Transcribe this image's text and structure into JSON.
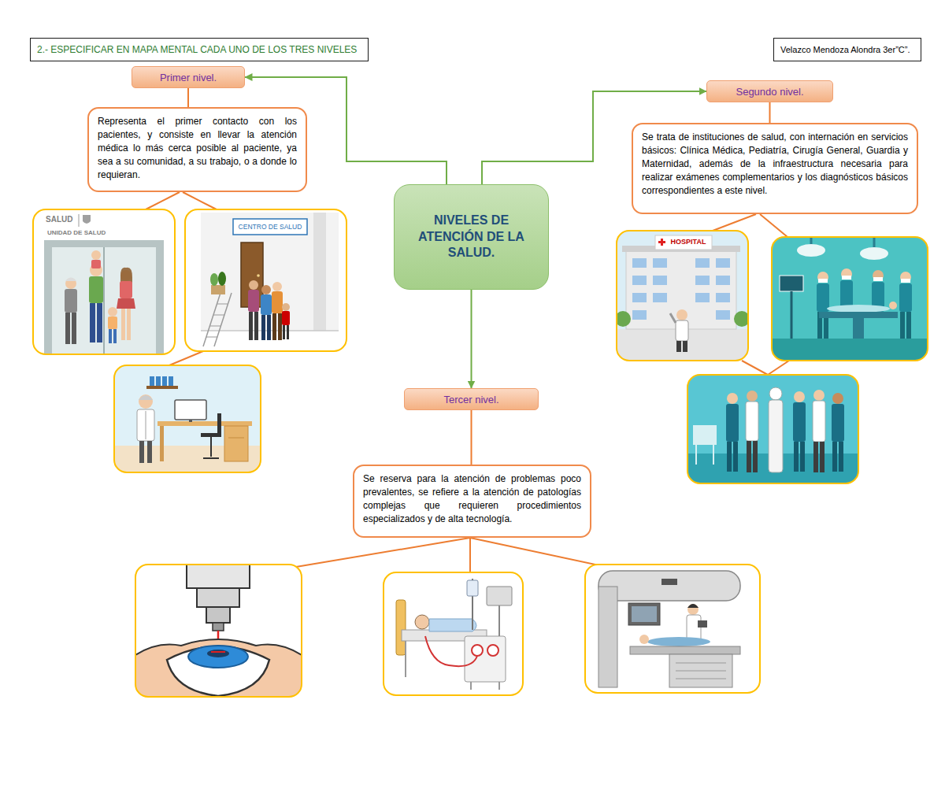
{
  "diagram": {
    "title": "2.- ESPECIFICAR EN MAPA MENTAL CADA UNO DE LOS TRES NIVELES",
    "nodes": [
      {
        "text": [
          "Velazco Mendoza Alondra 3er”C”."
        ]
      },
      {
        "text": [
          "NIVELES DE ATENCIÓN DE LA SALUD."
        ]
      },
      {
        "text": [
          "Primer nivel."
        ]
      },
      {
        "text": [
          "Representa el primer contacto con los pacientes, y consiste en llevar la atención médica lo más cerca posible al paciente, ya sea a su comunidad, a su trabajo, o a donde lo requieran."
        ]
      },
      {
        "text": [
          "Segundo nivel."
        ]
      },
      {
        "text": [
          "Se trata de instituciones de salud, con internación en servicios básicos: Clínica Médica, Pediatría, Cirugía General, Guardia y Maternidad, además de la infraestructura necesaria para realizar exámenes complementarios y los diagnósticos básicos correspondientes a este nivel."
        ]
      },
      {
        "text": [
          "Tercer nivel."
        ]
      },
      {
        "text": [
          "Se reserva para la atención de problemas poco prevalentes, se refiere a la atención de patologías complejas que requieren procedimientos especializados y de alta tecnología."
        ]
      }
    ],
    "edges": [
      {
        "from": 1,
        "to": 2,
        "arrow": "to"
      },
      {
        "from": 1,
        "to": 4,
        "arrow": "to"
      },
      {
        "from": 1,
        "to": 6,
        "arrow": "to"
      },
      {
        "from": 2,
        "to": 3,
        "arrow": "none"
      },
      {
        "from": 4,
        "to": 5,
        "arrow": "none"
      },
      {
        "from": 6,
        "to": 7,
        "arrow": "none"
      }
    ],
    "labels": [
      "SALUD",
      "UNIDAD DE SALUD",
      "CENTRO DE SALUD",
      "HOSPITAL"
    ]
  }
}
